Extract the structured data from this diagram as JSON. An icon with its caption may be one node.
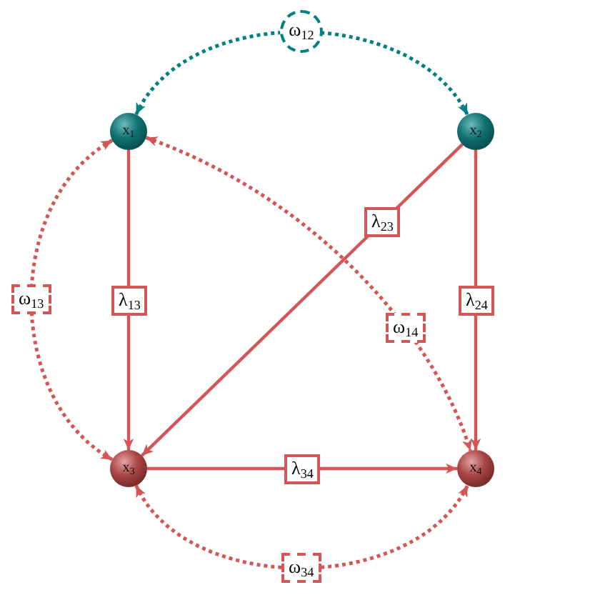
{
  "diagram": {
    "nodes": [
      {
        "text": [
          "x$_{1}$"
        ]
      },
      {
        "text": [
          "x$_{2}$"
        ]
      },
      {
        "text": [
          "x$_{3}$"
        ]
      },
      {
        "text": [
          "x$_{4}$"
        ]
      }
    ],
    "edges": [
      {
        "from": 0,
        "to": 1,
        "arrow": "both",
        "label": "ω$_{12}$",
        "style": "dashed",
        "color": "#008080"
      },
      {
        "from": 0,
        "to": 2,
        "arrow": "to",
        "label": "λ$_{13}$"
      },
      {
        "from": 0,
        "to": 2,
        "arrow": "both",
        "label": "ω$_{13}$",
        "style": "dashed"
      },
      {
        "from": 1,
        "to": 2,
        "arrow": "to",
        "label": "λ$_{23}$"
      },
      {
        "from": 1,
        "to": 3,
        "arrow": "to",
        "label": "λ$_{24}$"
      },
      {
        "from": 0,
        "to": 3,
        "arrow": "both",
        "label": "ω$_{14}$",
        "style": "dashed"
      },
      {
        "from": 2,
        "to": 3,
        "arrow": "to",
        "label": "λ$_{34}$"
      },
      {
        "from": 2,
        "to": 3,
        "arrow": "both",
        "label": "ω$_{34}$",
        "style": "dashed"
      }
    ]
  }
}
